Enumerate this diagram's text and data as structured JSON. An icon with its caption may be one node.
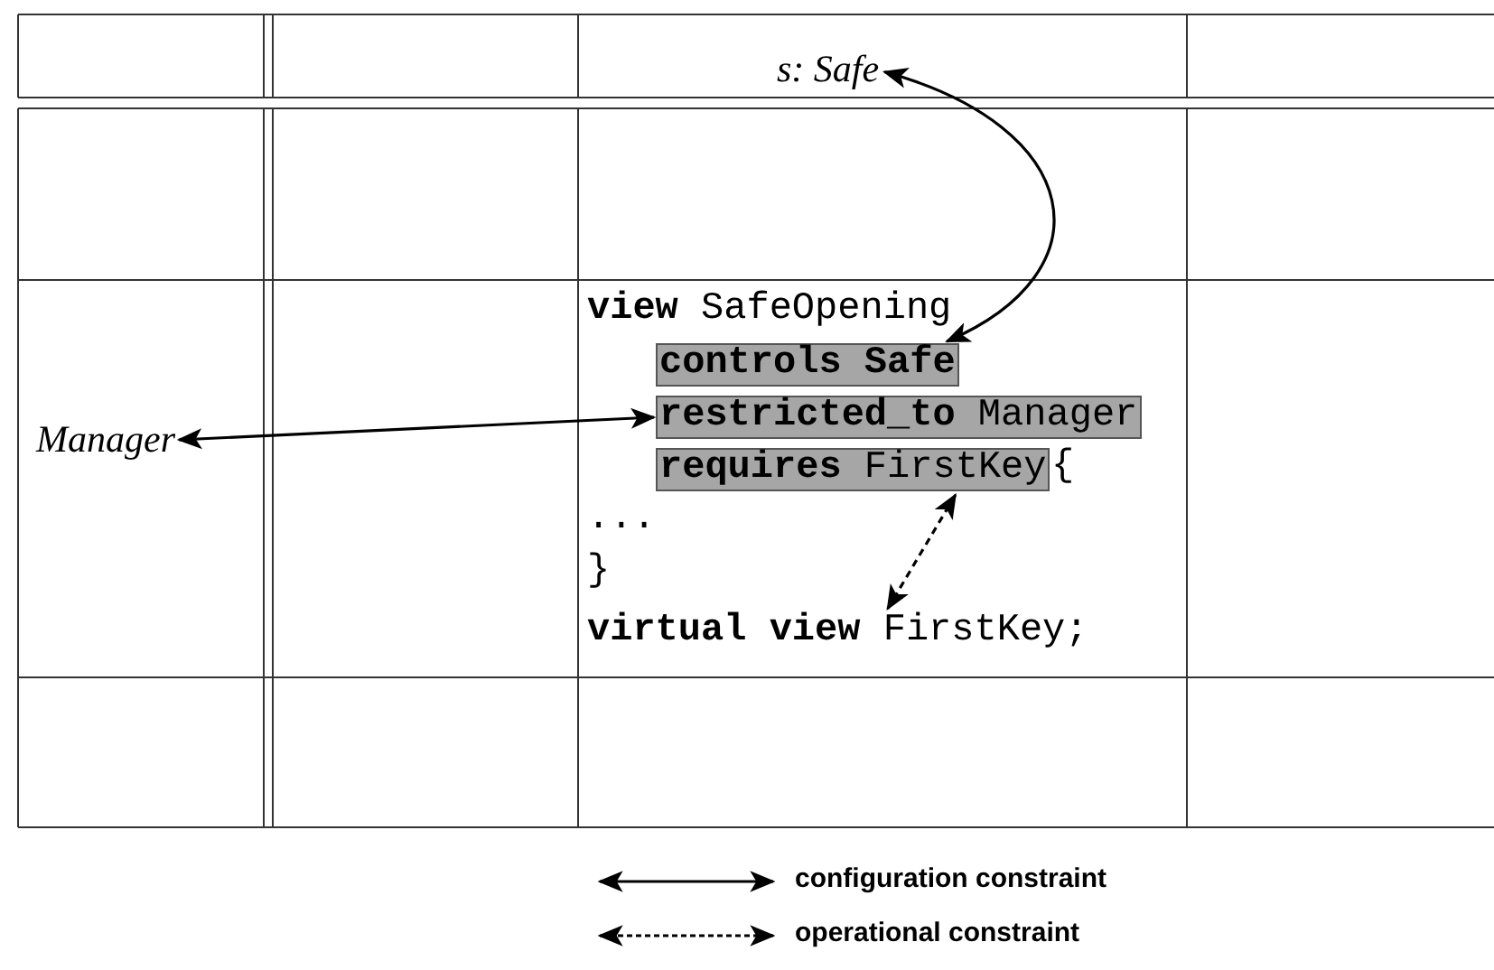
{
  "diagram": {
    "nodes": [
      {
        "text": [
          "s: Safe"
        ]
      },
      {
        "text": [
          "Manager"
        ]
      },
      {
        "text": [
          "controls Safe"
        ]
      },
      {
        "text": [
          "**restricted_to** Manager"
        ]
      },
      {
        "text": [
          "**requires** FirstKey"
        ]
      },
      {
        "text": [
          "**virtual view** FirstKey;"
        ]
      }
    ],
    "edges": [
      {
        "from": 0,
        "to": 2,
        "arrow": "both"
      },
      {
        "from": 1,
        "to": 3,
        "arrow": "both"
      },
      {
        "from": 4,
        "to": 5,
        "arrow": "both",
        "style": "dashed"
      }
    ],
    "labels": [
      "**view** SafeOpening",
      "{",
      "...",
      "}"
    ],
    "legend": [
      {
        "text": "configuration constraint"
      },
      {
        "text": "operational constraint"
      }
    ]
  }
}
